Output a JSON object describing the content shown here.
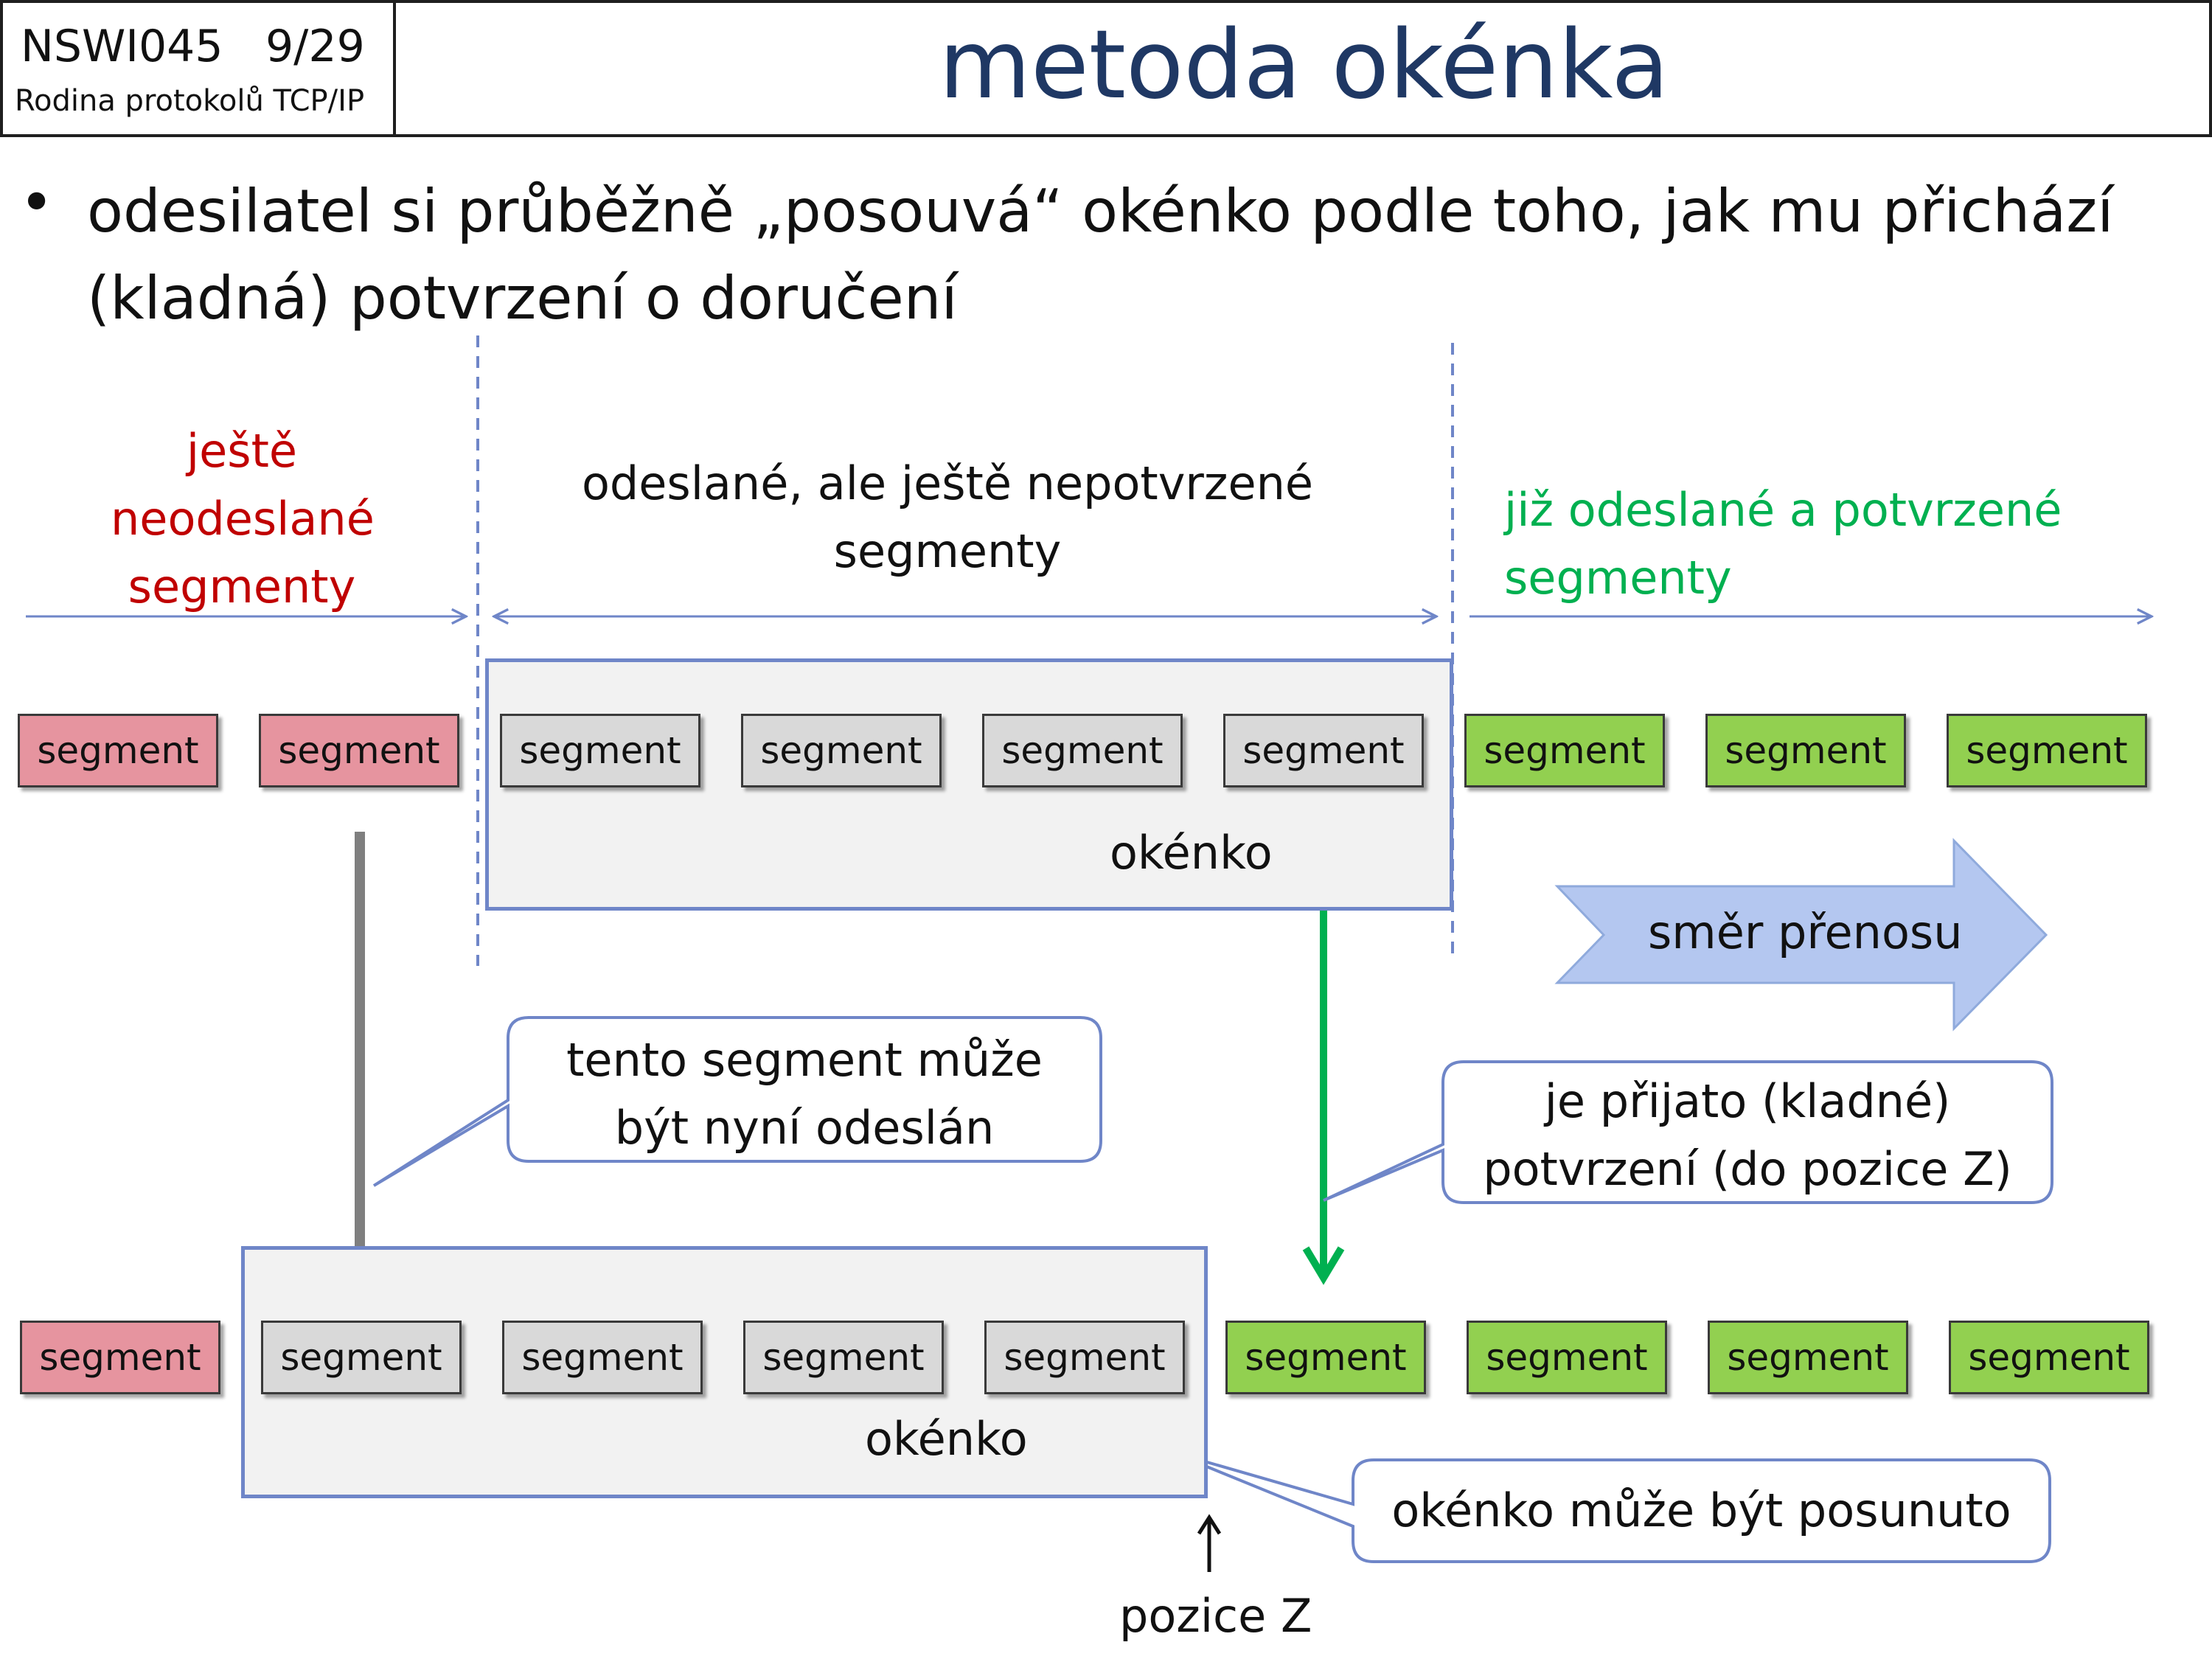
{
  "header": {
    "course_code": "NSWI045",
    "page": "9/29",
    "subtitle": "Rodina protokolů TCP/IP",
    "title": "metoda okénka"
  },
  "bullet": {
    "text": "odesilatel si průběžně „posouvá“ okénko podle toho, jak mu přichází (kladná) potvrzení o doručení"
  },
  "labels": {
    "unsent": [
      "ještě",
      "neodeslané",
      "segmenty"
    ],
    "in_flight": [
      "odeslané, ale ještě nepotvrzené",
      "segmenty"
    ],
    "acked": [
      "již odeslané a potvrzené",
      "segmenty"
    ]
  },
  "segment_label": "segment",
  "row1": {
    "red": [
      "segment",
      "segment"
    ],
    "gray": [
      "segment",
      "segment",
      "segment",
      "segment"
    ],
    "green": [
      "segment",
      "segment",
      "segment"
    ]
  },
  "row2": {
    "red": [
      "segment"
    ],
    "gray": [
      "segment",
      "segment",
      "segment",
      "segment"
    ],
    "green": [
      "segment",
      "segment",
      "segment",
      "segment"
    ]
  },
  "window_label": "okénko",
  "direction_arrow": "směr přenosu",
  "callouts": {
    "can_send": [
      "tento segment může",
      "být nyní odeslán"
    ],
    "ack_received": [
      "je přijato (kladné)",
      "potvrzení (do pozice Z)"
    ],
    "window_moved": "okénko může být posunuto"
  },
  "position_label": "pozice Z",
  "colors": {
    "title": "#1f3864",
    "unsent_text": "#c00000",
    "acked_text": "#00b050",
    "segment_red": "#e6949f",
    "segment_gray": "#d9d9d9",
    "segment_green": "#92d050",
    "window_border": "#6f86c8",
    "direction_arrow": "#b4c7f0",
    "ack_arrow": "#00b050",
    "send_arrow": "#7f7f7f"
  }
}
